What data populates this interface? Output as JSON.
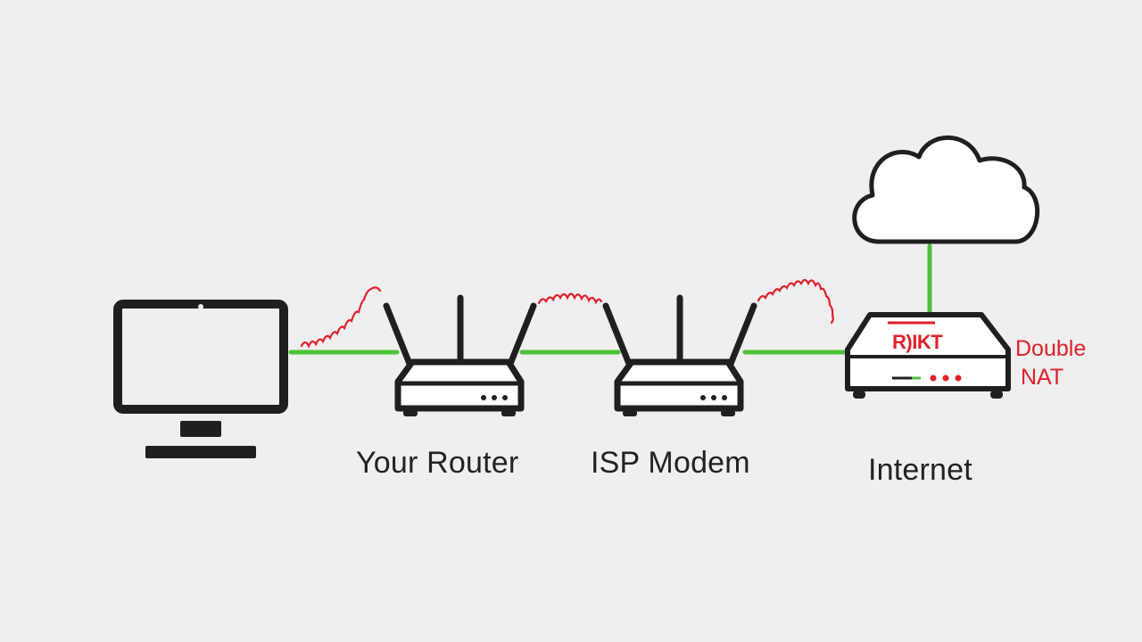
{
  "labels": {
    "router": "Your Router",
    "modem": "ISP Modem",
    "internet": "Internet",
    "gateway_brand": "R)IKT",
    "double_nat_line1": "Double",
    "double_nat_line2": "NAT"
  },
  "colors": {
    "background": "#efefef",
    "device_stroke": "#1f1f1f",
    "ethernet_link": "#4cc23a",
    "wireless_link": "#e0202a",
    "annotation": "#e0202a"
  },
  "icons": {
    "computer": "desktop-monitor-icon",
    "router": "wifi-router-icon",
    "modem": "wifi-modem-icon",
    "gateway": "gateway-box-icon",
    "cloud": "cloud-icon"
  }
}
